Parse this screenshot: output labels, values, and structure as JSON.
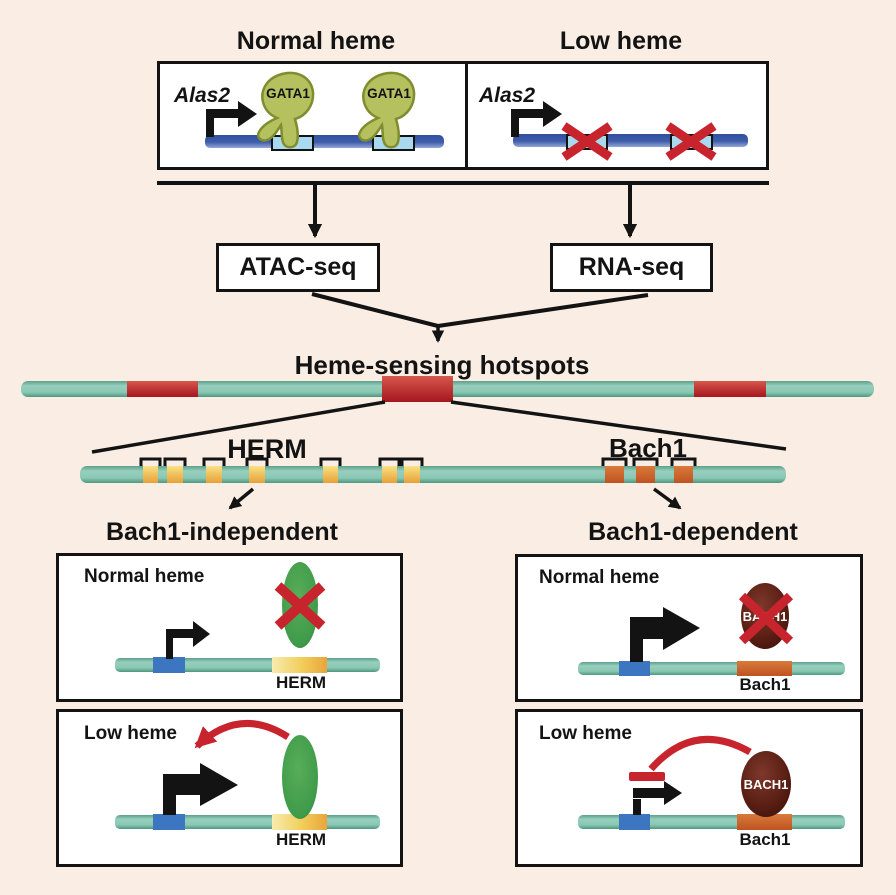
{
  "colors": {
    "bg": "#faeee4",
    "ink": "#131313",
    "teal": "#7fc2ae",
    "hotspot_red": "#c2212b",
    "herm_yellow": "#f2cd5a",
    "bach1_orange": "#cd5f2c",
    "dna_navy": "#30509f",
    "site_blue": "#a8d9ee",
    "gata1_olive": "#b5c05f",
    "promoter_blue": "#3c76c0",
    "green_protein": "#3f9b4a",
    "bach1_maroon": "#5a1f14",
    "cross_red": "#c8242e"
  },
  "experiment": {
    "normal": {
      "title": "Normal heme",
      "gene": "Alas2",
      "tf": "GATA1"
    },
    "low": {
      "title": "Low heme",
      "gene": "Alas2"
    }
  },
  "assays": {
    "atac": "ATAC-seq",
    "rna": "RNA-seq"
  },
  "hotspots_title": "Heme-sensing hotspots",
  "locus": {
    "herm": "HERM",
    "bach1": "Bach1",
    "herm_sites": 7,
    "bach1_sites": 3
  },
  "independent": {
    "title": "Bach1-independent",
    "normal_label": "Normal heme",
    "low_label": "Low heme",
    "element": "HERM"
  },
  "dependent": {
    "title": "Bach1-dependent",
    "normal_label": "Normal heme",
    "low_label": "Low heme",
    "element": "Bach1",
    "protein": "BACH1"
  }
}
